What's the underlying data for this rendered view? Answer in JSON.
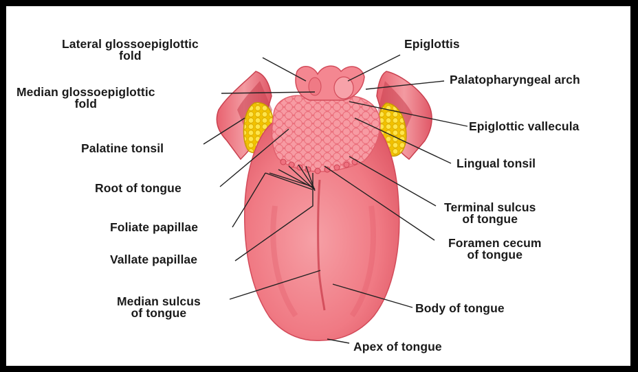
{
  "labels": {
    "lateral_glossoepiglottic": [
      "Lateral glossoepiglottic",
      "fold"
    ],
    "median_glossoepiglottic": [
      "Median glossoepiglottic",
      "fold"
    ],
    "palatine_tonsil": "Palatine tonsil",
    "root_of_tongue": "Root of tongue",
    "foliate_papillae": "Foliate papillae",
    "vallate_papillae": "Vallate papillae",
    "median_sulcus": [
      "Median sulcus",
      "of tongue"
    ],
    "epiglottis": "Epiglottis",
    "palatopharyngeal_arch": "Palatopharyngeal arch",
    "epiglottic_vallecula": "Epiglottic vallecula",
    "lingual_tonsil": "Lingual tonsil",
    "terminal_sulcus": [
      "Terminal sulcus",
      "of tongue"
    ],
    "foramen_cecum": [
      "Foramen cecum",
      "of tongue"
    ],
    "body_of_tongue": "Body of tongue",
    "apex_of_tongue": "Apex of tongue"
  },
  "colors": {
    "tongue": "#f07a84",
    "tongue_dark": "#d94f5d",
    "tonsil": "#f5d21a",
    "leader_line": "#222222"
  }
}
